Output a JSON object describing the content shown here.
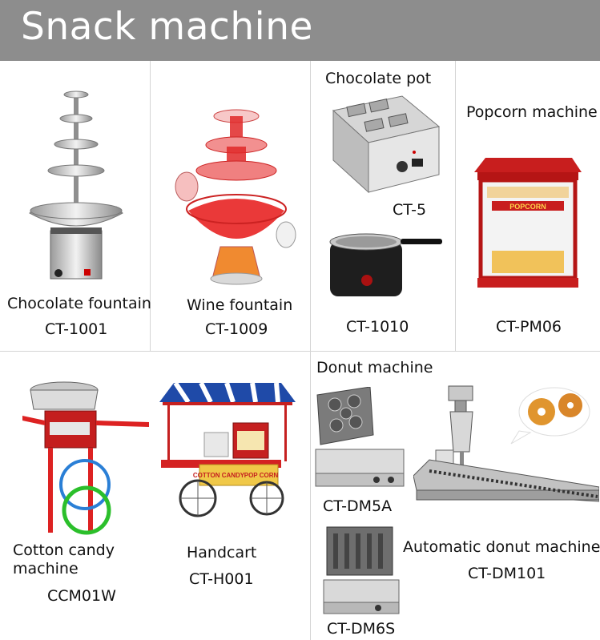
{
  "header": {
    "title": "Snack machine"
  },
  "products": {
    "chocolate_fountain": {
      "name": "Chocolate fountain",
      "model": "CT-1001"
    },
    "wine_fountain": {
      "name": "Wine fountain",
      "model": "CT-1009"
    },
    "chocolate_pot": {
      "name": "Chocolate pot",
      "model_a": "CT-5",
      "model_b": "CT-1010"
    },
    "popcorn_machine": {
      "name": "Popcorn machine",
      "model": "CT-PM06",
      "sign": "POPCORN"
    },
    "cotton_candy": {
      "name_line1": "Cotton candy",
      "name_line2": "machine",
      "model": "CCM01W"
    },
    "handcart": {
      "name": "Handcart",
      "model": "CT-H001",
      "sign_left": "COTTON CANDY",
      "sign_right": "POP CORN"
    },
    "donut_machine": {
      "name": "Donut machine",
      "model_a": "CT-DM5A",
      "model_b": "CT-DM6S"
    },
    "automatic_donut": {
      "name": "Automatic donut machine",
      "model": "CT-DM101"
    }
  }
}
